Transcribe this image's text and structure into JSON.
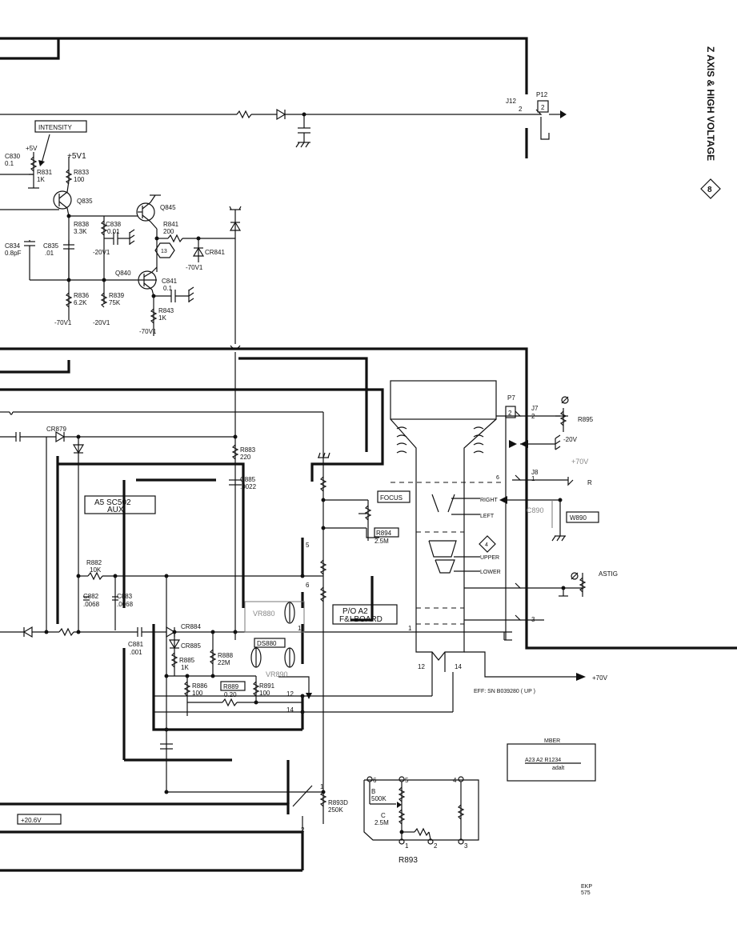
{
  "sheet": {
    "side_title": "Z AXIS & HIGH VOLTAGE",
    "diagram_number": "8",
    "footer_code_line1": "EKP",
    "footer_code_line2": "575"
  },
  "labels": {
    "intensity": "INTENSITY",
    "focus": "FOCUS",
    "astig": "ASTIG",
    "aux_box_line1": "A5 SC502",
    "aux_box_line2": "AUX",
    "board_box_line1": "P/O A2",
    "board_box_line2": "F&I BOARD",
    "plus_20_6v": "+20.6V",
    "plus_70v": "+70V",
    "eff_note": "EFF: SN B039280 ( UP )",
    "p12": "P12",
    "j12": "J12",
    "p7": "P7",
    "j7": "J7",
    "j8": "J8",
    "right": "RIGHT",
    "left": "LEFT",
    "upper": "UPPER",
    "lower": "LOWER",
    "r893": "R893"
  },
  "rails": {
    "plus5v": "+5V",
    "plus5v1": "+5V1",
    "minus20v1": "-20V1",
    "minus70v1": "-70V1",
    "minus20v": "-20V",
    "plus70v_small": "+70V"
  },
  "components": {
    "c830": {
      "ref": "C830",
      "value": "0.1"
    },
    "r831": {
      "ref": "R831",
      "value": "1K"
    },
    "r833": {
      "ref": "R833",
      "value": "100"
    },
    "q835": {
      "ref": "Q835"
    },
    "q845": {
      "ref": "Q845"
    },
    "r838": {
      "ref": "R838",
      "value": "3.3K"
    },
    "c838": {
      "ref": "C838",
      "value": "0.01"
    },
    "r841": {
      "ref": "R841",
      "value": "200"
    },
    "cr841": {
      "ref": "CR841"
    },
    "c834": {
      "ref": "C834",
      "value": "0.8pF"
    },
    "c835": {
      "ref": "C835",
      "value": ".01"
    },
    "q840": {
      "ref": "Q840"
    },
    "c841": {
      "ref": "C841",
      "value": "0.1"
    },
    "r836": {
      "ref": "R836",
      "value": "6.2K"
    },
    "r839": {
      "ref": "R839",
      "value": "75K"
    },
    "r843": {
      "ref": "R843",
      "value": "1K"
    },
    "cr879": {
      "ref": "CR879"
    },
    "r883": {
      "ref": "R883",
      "value": "220"
    },
    "c885": {
      "ref": "C885",
      "value": ".0022"
    },
    "r894": {
      "ref": "R894",
      "value": "2.5M"
    },
    "r882": {
      "ref": "R882",
      "value": "10K"
    },
    "c882": {
      "ref": "C882",
      "value": ".0068"
    },
    "c883": {
      "ref": "C883",
      "value": ".0068"
    },
    "cr884": {
      "ref": "CR884"
    },
    "cr885": {
      "ref": "CR885"
    },
    "c881": {
      "ref": "C881",
      "value": ".001"
    },
    "r885": {
      "ref": "R885",
      "value": "1K"
    },
    "r888": {
      "ref": "R888",
      "value": "22M"
    },
    "vr880": {
      "ref": "VR880"
    },
    "ds880": {
      "ref": "DS880"
    },
    "vr890": {
      "ref": "VR890"
    },
    "r886": {
      "ref": "R886",
      "value": "100"
    },
    "r889": {
      "ref": "R889",
      "value": "0.20"
    },
    "r891": {
      "ref": "R891",
      "value": "100"
    },
    "r893d": {
      "ref": "R893D",
      "value": "250K"
    },
    "r895": {
      "ref": "R895"
    },
    "c890": {
      "ref": "C890"
    },
    "w890": {
      "ref": "W890"
    },
    "r_sw": {
      "ref": "R"
    },
    "b500k": {
      "ref": "B",
      "value": "500K"
    },
    "c25m": {
      "ref": "C",
      "value": "2.5M"
    }
  },
  "pins": {
    "n2a": "2",
    "n2b": "2",
    "n1a": "1",
    "n3": "3",
    "n5": "5",
    "n6": "6",
    "n6b": "6",
    "n12": "12",
    "n14": "14",
    "n12b": "12",
    "n14b": "14",
    "n1b": "1",
    "n1c": "1",
    "n2c": "2",
    "r893_6": "6",
    "r893_5": "5",
    "r893_4": "4",
    "r893_1": "1",
    "r893_2": "2",
    "r893_3": "3",
    "ref13": "13",
    "ref4": "4"
  },
  "sticker": {
    "heading": "MBER",
    "part": "A23 A2 R1234",
    "sub": "adalt"
  }
}
